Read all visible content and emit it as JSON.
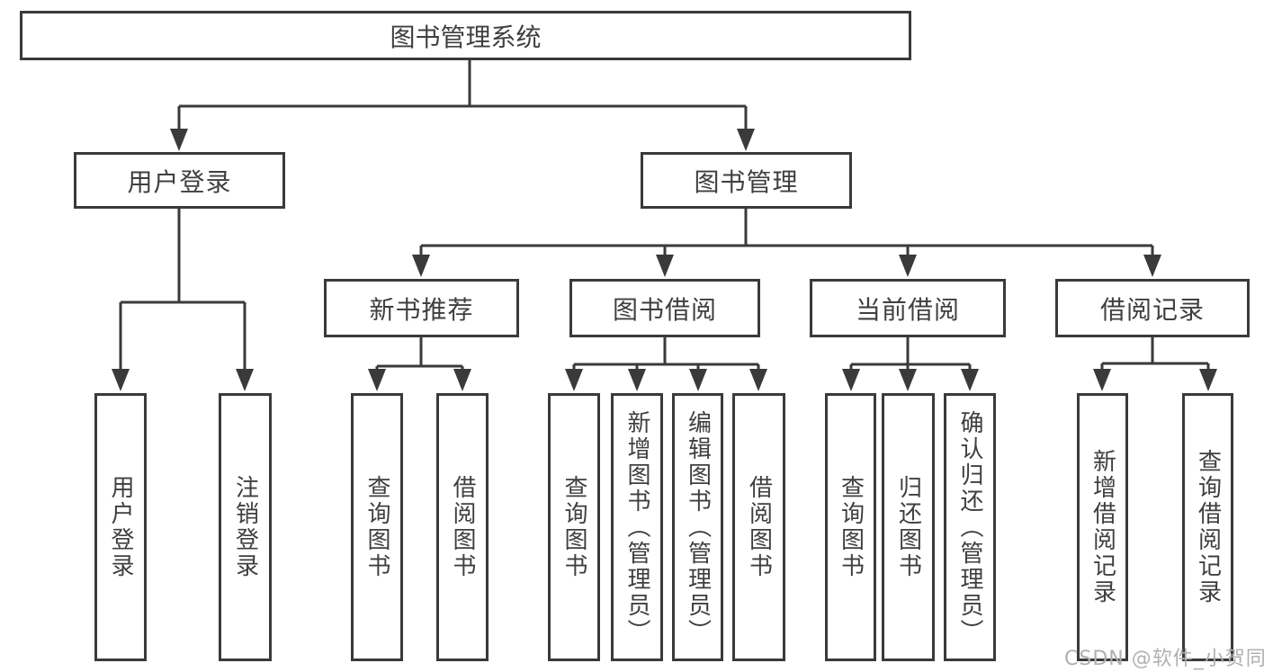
{
  "diagram": {
    "type": "tree",
    "title": "图书管理系统",
    "line_color": "#3a3a3a",
    "text_color": "#3f3f3f",
    "background_color": "#ffffff",
    "watermark": "CSDN @软件_小贺同学",
    "watermark_color": "#b0b0b0",
    "tree": {
      "label": "图书管理系统",
      "children": [
        {
          "label": "用户登录",
          "children": [
            {
              "label": "用户登录"
            },
            {
              "label": "注销登录"
            }
          ]
        },
        {
          "label": "图书管理",
          "children": [
            {
              "label": "新书推荐",
              "children": [
                {
                  "label": "查询图书"
                },
                {
                  "label": "借阅图书"
                }
              ]
            },
            {
              "label": "图书借阅",
              "children": [
                {
                  "label": "查询图书"
                },
                {
                  "label": "新增图书（管理员）"
                },
                {
                  "label": "编辑图书（管理员）"
                },
                {
                  "label": "借阅图书"
                }
              ]
            },
            {
              "label": "当前借阅",
              "children": [
                {
                  "label": "查询图书"
                },
                {
                  "label": "归还图书"
                },
                {
                  "label": "确认归还（管理员）"
                }
              ]
            },
            {
              "label": "借阅记录",
              "children": [
                {
                  "label": "新增借阅记录"
                },
                {
                  "label": "查询借阅记录"
                }
              ]
            }
          ]
        }
      ]
    }
  }
}
